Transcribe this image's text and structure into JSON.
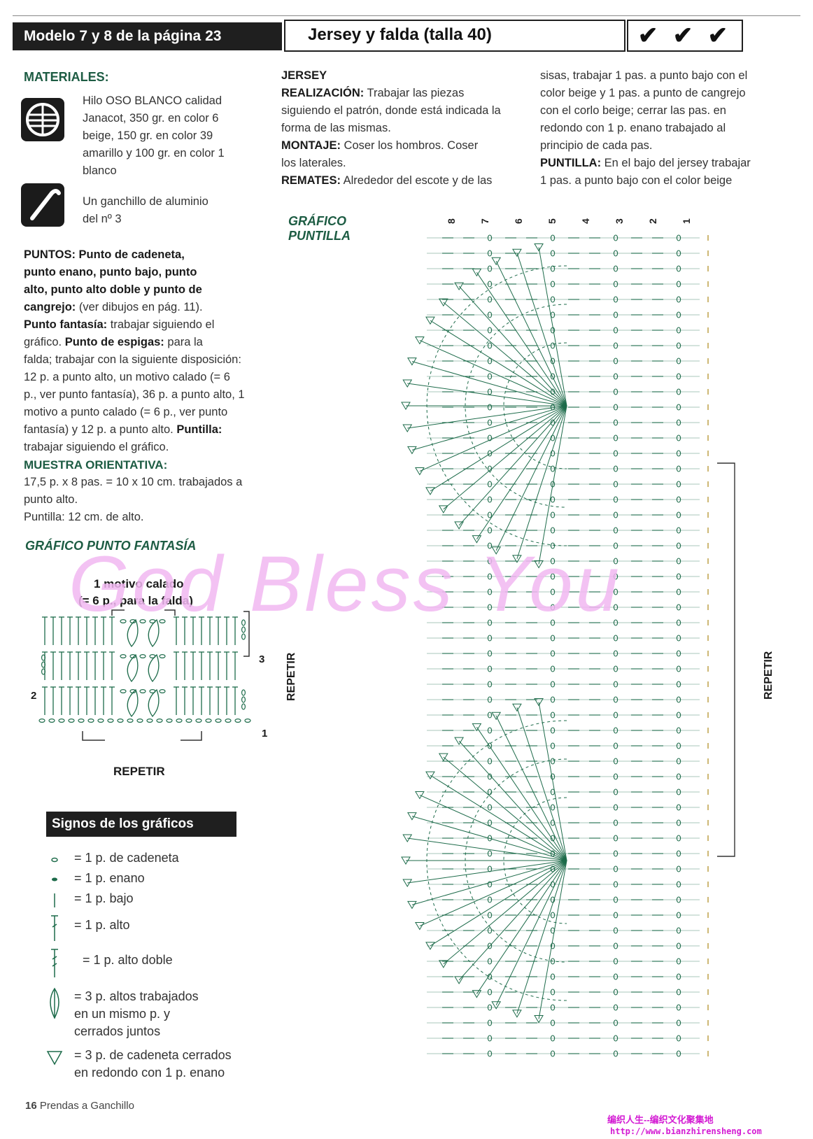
{
  "header": {
    "model_label": "Modelo 7 y 8 de la página 23",
    "title": "Jersey y falda (talla 40)",
    "difficulty": "✔ ✔ ✔"
  },
  "materials": {
    "heading": "MATERIALES:",
    "yarn_lines": [
      "Hilo OSO BLANCO calidad",
      "Janacot, 350 gr. en color 6",
      "beige, 150 gr. en color 39",
      "amarillo y 100 gr. en color 1",
      "blanco"
    ],
    "hook_lines": [
      "Un ganchillo de aluminio",
      "del nº 3"
    ]
  },
  "puntos": {
    "heading": "PUNTOS: Punto de cadeneta,",
    "heading_lines": [
      "punto enano, punto bajo, punto",
      "alto, punto alto doble y punto de"
    ],
    "heading_last": "cangrejo:",
    "heading_last_rest": " (ver dibujos en pág. 11).",
    "fantasia_label": "Punto fantasía:",
    "fantasia_text": " trabajar siguiendo el",
    "line2a": "gráfico. ",
    "espigas_label": "Punto de espigas:",
    "espigas_text": " para la",
    "lines": [
      "falda; trabajar con la siguiente disposición:",
      "12 p. a punto alto, un motivo calado (= 6",
      "p., ver punto fantasía), 36 p. a punto alto, 1",
      "motivo a punto calado (= 6 p., ver punto"
    ],
    "last_line": "fantasía) y 12 p. a punto alto. ",
    "puntilla_label": "Puntilla:",
    "puntilla_text": "trabajar siguiendo el gráfico."
  },
  "muestra": {
    "heading": "MUESTRA ORIENTATIVA:",
    "lines": [
      "17,5 p. x 8 pas. = 10 x 10 cm. trabajados a",
      "punto alto.",
      "Puntilla: 12 cm. de alto."
    ]
  },
  "grafico_fantasia": {
    "title": "GRÁFICO PUNTO FANTASÍA",
    "motivo_line1": "1 motivo calado",
    "motivo_line2": "(= 6 p., para la falda)",
    "repetir_bottom": "REPETIR",
    "repetir_side": "REPETIR",
    "row_numbers": [
      "3",
      "2",
      "1"
    ]
  },
  "legend": {
    "title": "Signos de los gráficos",
    "items": [
      {
        "icon": "chain-stitch-icon",
        "text": "= 1 p. de cadeneta"
      },
      {
        "icon": "slip-stitch-icon",
        "text": "= 1 p. enano"
      },
      {
        "icon": "single-crochet-icon",
        "text": "= 1 p. bajo"
      },
      {
        "icon": "double-crochet-icon",
        "text": "= 1 p. alto"
      },
      {
        "icon": "treble-crochet-icon",
        "text": "= 1 p. alto doble"
      },
      {
        "icon": "cluster-icon",
        "text": "= 3 p. altos trabajados",
        "text2": "en un mismo p. y",
        "text3": "cerrados juntos"
      },
      {
        "icon": "picot-icon",
        "text": "= 3 p. de cadeneta cerrados",
        "text2": "en redondo con 1 p. enano"
      }
    ]
  },
  "jersey": {
    "heading": "JERSEY",
    "realizacion_label": "REALIZACIÓN:",
    "realizacion_text": " Trabajar las piezas",
    "realizacion_lines": [
      "siguiendo el patrón, donde está indicada la",
      "forma de las mismas."
    ],
    "montaje_label": "MONTAJE:",
    "montaje_text": " Coser los hombros. Coser",
    "montaje_line2": "los laterales.",
    "remates_label": "REMATES:",
    "remates_text": " Alrededor del escote y de las",
    "col3_lines": [
      "sisas, trabajar 1 pas. a punto bajo con el",
      "color beige y 1 pas. a punto de cangrejo",
      "con el corlo beige; cerrar las pas. en",
      "redondo con 1 p. enano trabajado al",
      "principio de cada pas."
    ],
    "puntilla_label": "PUNTILLA:",
    "puntilla_text": " En el bajo del jersey trabajar",
    "puntilla_line2": "1 pas. a punto bajo con el color beige"
  },
  "grafico_puntilla": {
    "title_line1": "GRÁFICO",
    "title_line2": "PUNTILLA",
    "row_numbers": [
      "8",
      "7",
      "6",
      "5",
      "4",
      "3",
      "2",
      "1"
    ],
    "repetir": "REPETIR"
  },
  "footer": {
    "page_number": "16",
    "publication": "Prendas a Ganchillo"
  },
  "watermark": {
    "text": "God Bless You",
    "site_name": "编织人生--编织文化聚集地",
    "site_url": "http://www.bianzhirensheng.com"
  }
}
